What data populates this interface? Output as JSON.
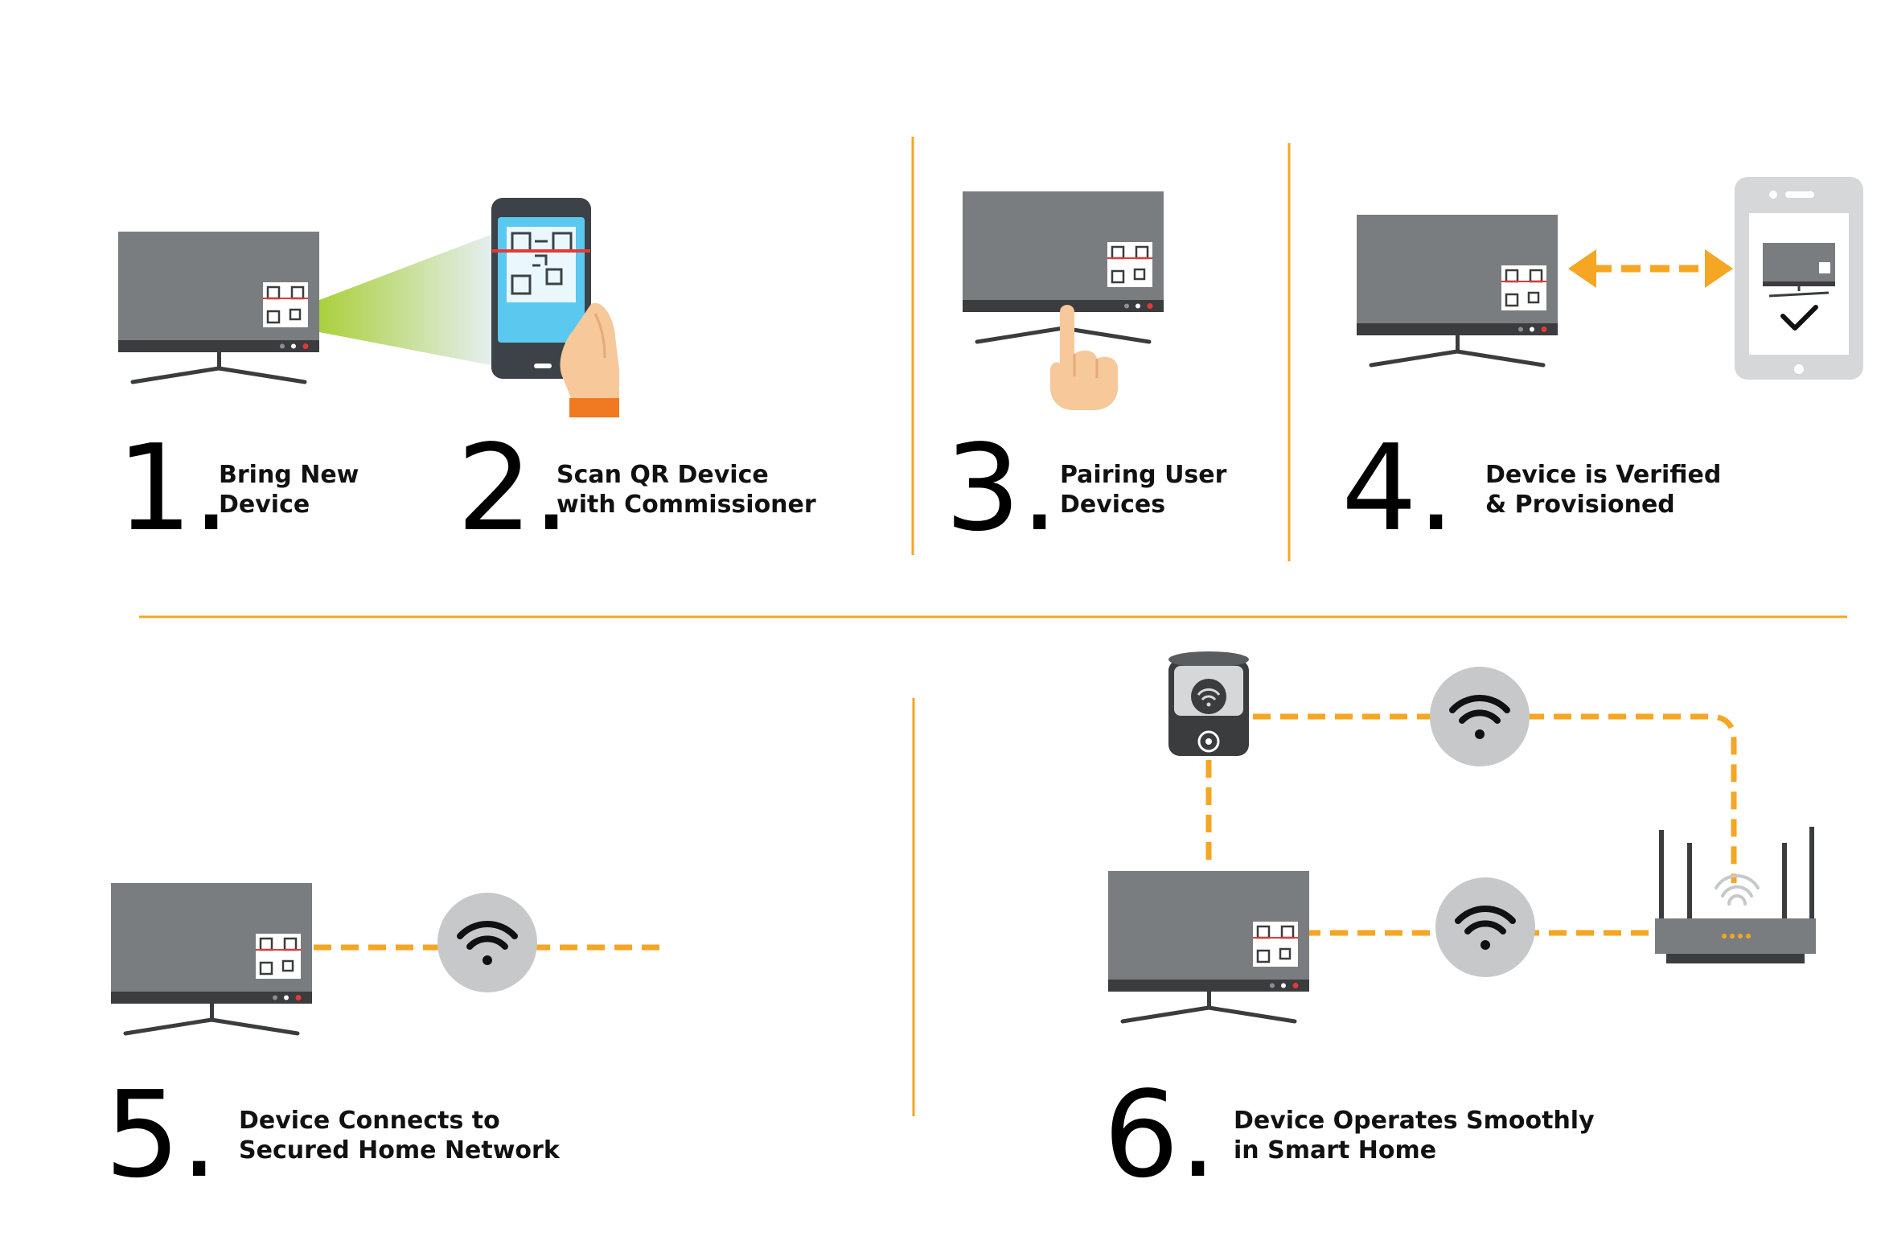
{
  "colors": {
    "accent": "#f5a623",
    "monitor": "#7a7d80",
    "monitor_base": "#3a3c3e",
    "wifi_circle": "#c7c8c9",
    "phone_body": "#3c4247",
    "phone_screen": "#5bc8ef",
    "skin": "#f6c89a",
    "sleeve": "#f07a22",
    "scan_red": "#e53935",
    "beam_start": "#a9cf38",
    "beam_end": "#d7e7ee",
    "tablet": "#d5d7d9"
  },
  "icons": [
    "monitor-icon",
    "qr-code-icon",
    "smartphone-icon",
    "hand-icon",
    "pointer-hand-icon",
    "tablet-icon",
    "checkmark-icon",
    "double-arrow-icon",
    "wifi-icon",
    "smart-camera-icon",
    "router-icon"
  ],
  "steps": [
    {
      "number": "1.",
      "line1": "Bring New",
      "line2": "Device"
    },
    {
      "number": "2.",
      "line1": "Scan QR Device",
      "line2": "with Commissioner"
    },
    {
      "number": "3.",
      "line1": "Pairing User",
      "line2": "Devices"
    },
    {
      "number": "4.",
      "line1": "Device is Verified",
      "line2": "& Provisioned"
    },
    {
      "number": "5.",
      "line1": "Device Connects to",
      "line2": "Secured Home Network"
    },
    {
      "number": "6.",
      "line1": "Device Operates Smoothly",
      "line2": "in Smart Home"
    }
  ]
}
